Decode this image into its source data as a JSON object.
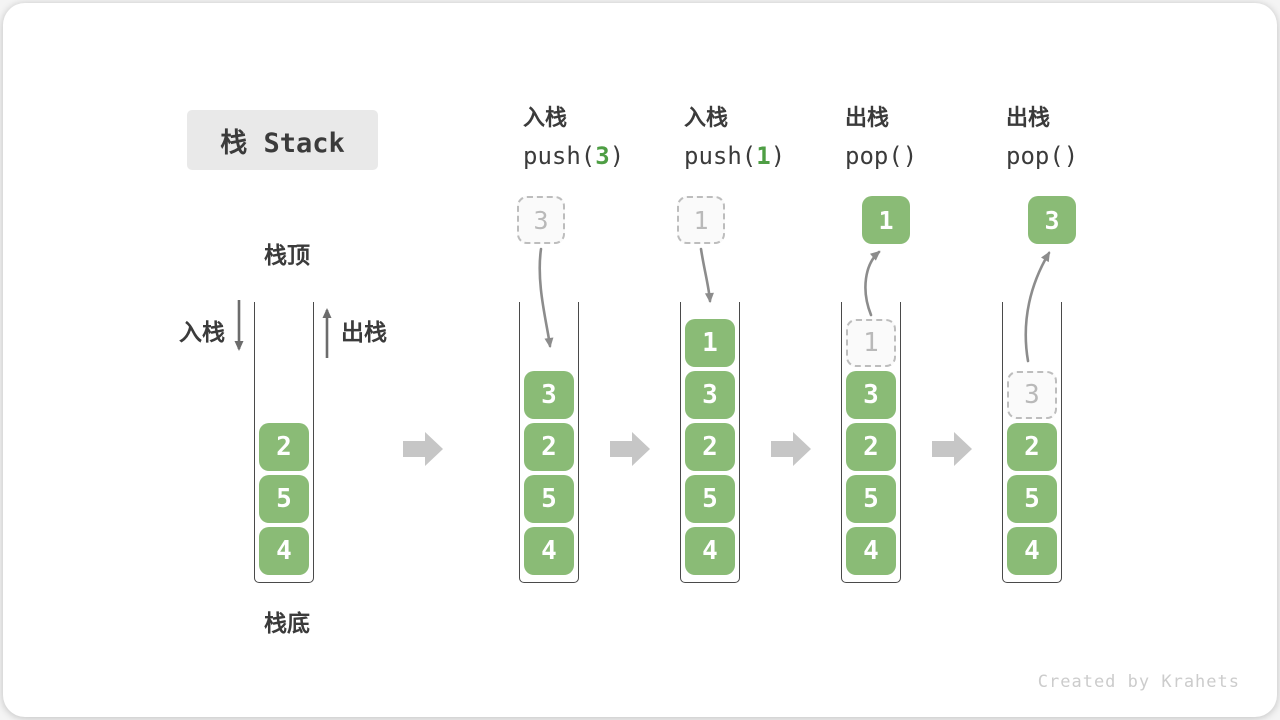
{
  "title": "栈 Stack",
  "watermark": "Created by Krahets",
  "static_labels": {
    "stack_top": "栈顶",
    "stack_bottom": "栈底",
    "push_label": "入栈",
    "pop_label": "出栈"
  },
  "colors": {
    "block_green": "#8ABB76",
    "code_arg_green": "#4E9E44",
    "dashed_border": "#BDBDBD",
    "dashed_fill": "#FAFAFA",
    "dashed_text": "#B9B9B9",
    "curve_arrow": "#8C8C8C",
    "straight_arrow": "#6C6C6C",
    "flow_arrow": "#C6C6C6",
    "ink": "#3B3B3B",
    "title_bg": "#E9E9E9",
    "container_line": "#4A4A4A",
    "watermark_grey": "#CCCCCC",
    "card_bg": "#FFFFFF"
  },
  "columns": [
    {
      "key": "initial",
      "header": null,
      "floating": null,
      "stack": [
        {
          "row": 2,
          "value": "2",
          "style": "solid"
        },
        {
          "row": 3,
          "value": "5",
          "style": "solid"
        },
        {
          "row": 4,
          "value": "4",
          "style": "solid"
        }
      ]
    },
    {
      "key": "push-3",
      "header": {
        "op": "入栈",
        "code_pre": "push(",
        "arg": "3",
        "code_post": ")"
      },
      "floating": {
        "value": "3",
        "style": "dashed"
      },
      "stack": [
        {
          "row": 1,
          "value": "3",
          "style": "solid"
        },
        {
          "row": 2,
          "value": "2",
          "style": "solid"
        },
        {
          "row": 3,
          "value": "5",
          "style": "solid"
        },
        {
          "row": 4,
          "value": "4",
          "style": "solid"
        }
      ]
    },
    {
      "key": "push-1",
      "header": {
        "op": "入栈",
        "code_pre": "push(",
        "arg": "1",
        "code_post": ")"
      },
      "floating": {
        "value": "1",
        "style": "dashed"
      },
      "stack": [
        {
          "row": 0,
          "value": "1",
          "style": "solid"
        },
        {
          "row": 1,
          "value": "3",
          "style": "solid"
        },
        {
          "row": 2,
          "value": "2",
          "style": "solid"
        },
        {
          "row": 3,
          "value": "5",
          "style": "solid"
        },
        {
          "row": 4,
          "value": "4",
          "style": "solid"
        }
      ]
    },
    {
      "key": "pop-first",
      "header": {
        "op": "出栈",
        "code_pre": "pop()",
        "arg": "",
        "code_post": ""
      },
      "floating": {
        "value": "1",
        "style": "solid"
      },
      "stack": [
        {
          "row": 0,
          "value": "1",
          "style": "dashed"
        },
        {
          "row": 1,
          "value": "3",
          "style": "solid"
        },
        {
          "row": 2,
          "value": "2",
          "style": "solid"
        },
        {
          "row": 3,
          "value": "5",
          "style": "solid"
        },
        {
          "row": 4,
          "value": "4",
          "style": "solid"
        }
      ]
    },
    {
      "key": "pop-second",
      "header": {
        "op": "出栈",
        "code_pre": "pop()",
        "arg": "",
        "code_post": ""
      },
      "floating": {
        "value": "3",
        "style": "solid"
      },
      "stack": [
        {
          "row": 1,
          "value": "3",
          "style": "dashed"
        },
        {
          "row": 2,
          "value": "2",
          "style": "solid"
        },
        {
          "row": 3,
          "value": "5",
          "style": "solid"
        },
        {
          "row": 4,
          "value": "4",
          "style": "solid"
        }
      ]
    }
  ]
}
